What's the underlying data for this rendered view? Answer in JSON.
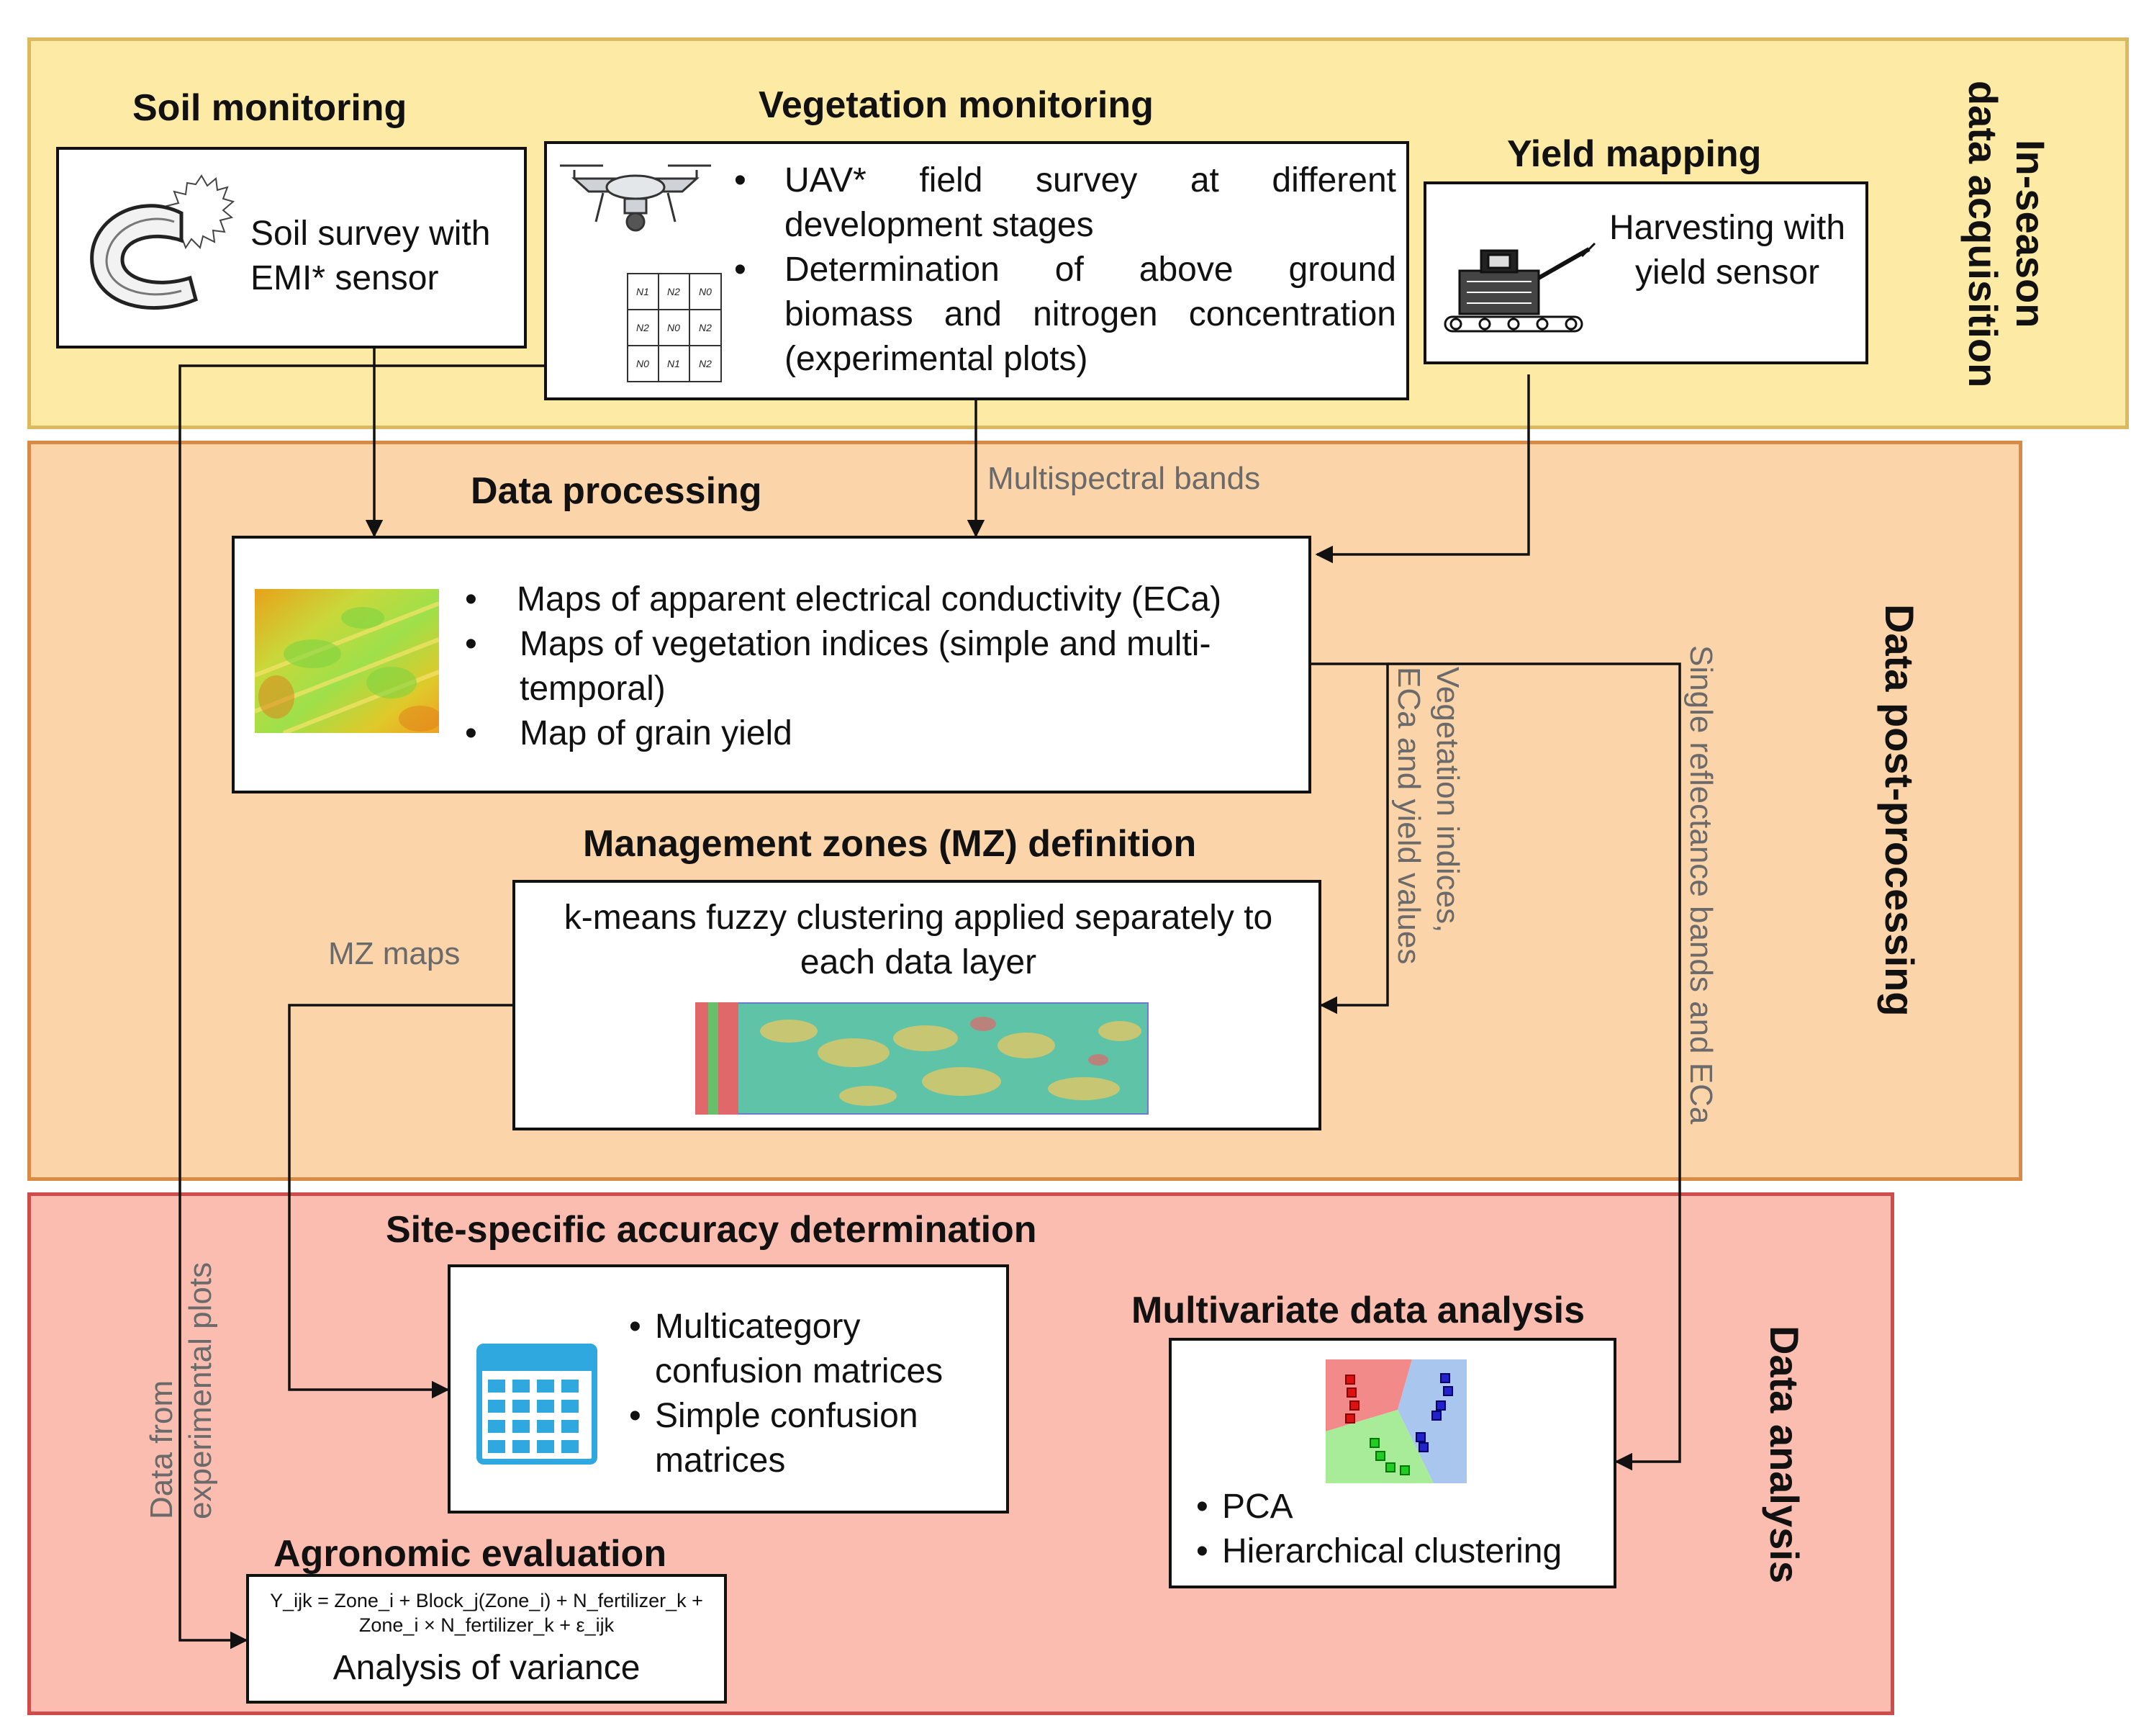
{
  "stages": {
    "acquisition": "In-season\ndata acquisition",
    "post_processing": "Data post-processing",
    "analysis": "Data analysis"
  },
  "soil": {
    "title": "Soil monitoring",
    "text": "Soil survey with EMI* sensor",
    "icon": "emi-sensor-icon"
  },
  "vegetation": {
    "title": "Vegetation monitoring",
    "bullets": [
      "UAV* field survey at different development stages",
      "Determination of above ground biomass and nitrogen concentration (experimental plots)"
    ],
    "icons": [
      "uav-drone-icon",
      "plot-grid-icon"
    ],
    "plot_labels": [
      "N1",
      "N2",
      "N0",
      "N2",
      "N0",
      "N2",
      "N0",
      "N1",
      "N2"
    ]
  },
  "yield": {
    "title": "Yield mapping",
    "text": "Harvesting with yield sensor",
    "icon": "harvester-icon"
  },
  "processing": {
    "title": "Data processing",
    "bullets": [
      "Maps of apparent electrical conductivity (ECa)",
      "Maps of vegetation indices (simple and multi-temporal)",
      "Map of grain yield"
    ],
    "image": "vegetation-index-map"
  },
  "mz": {
    "title": "Management zones (MZ) definition",
    "text": "k-means fuzzy clustering applied separately to each data layer",
    "image": "management-zone-map"
  },
  "accuracy": {
    "title": "Site-specific accuracy determination",
    "bullets": [
      "Multicategory confusion matrices",
      "Simple confusion matrices"
    ],
    "icon": "table-icon"
  },
  "multivariate": {
    "title": "Multivariate data analysis",
    "bullets": [
      "PCA",
      "Hierarchical clustering"
    ],
    "icon": "cluster-plot-icon"
  },
  "agronomic": {
    "title": "Agronomic evaluation",
    "formula_line1": "Y_ijk = Zone_i + Block_j(Zone_i) + N_fertilizer_k +",
    "formula_line2": "Zone_i × N_fertilizer_k + ε_ijk",
    "text": "Analysis of variance"
  },
  "arrow_labels": {
    "multispectral": "Multispectral bands",
    "vegetation_indices": "Vegetation indices,\nECa and yield values",
    "single_reflectance": "Single reflectance bands and ECa",
    "mz_maps": "MZ maps",
    "experimental": "Data from\nexperimental plots"
  },
  "colors": {
    "acquisition_fill": "#fdeaa5",
    "post_processing_fill": "#fcd4aa",
    "analysis_fill": "#fbbdb0"
  }
}
